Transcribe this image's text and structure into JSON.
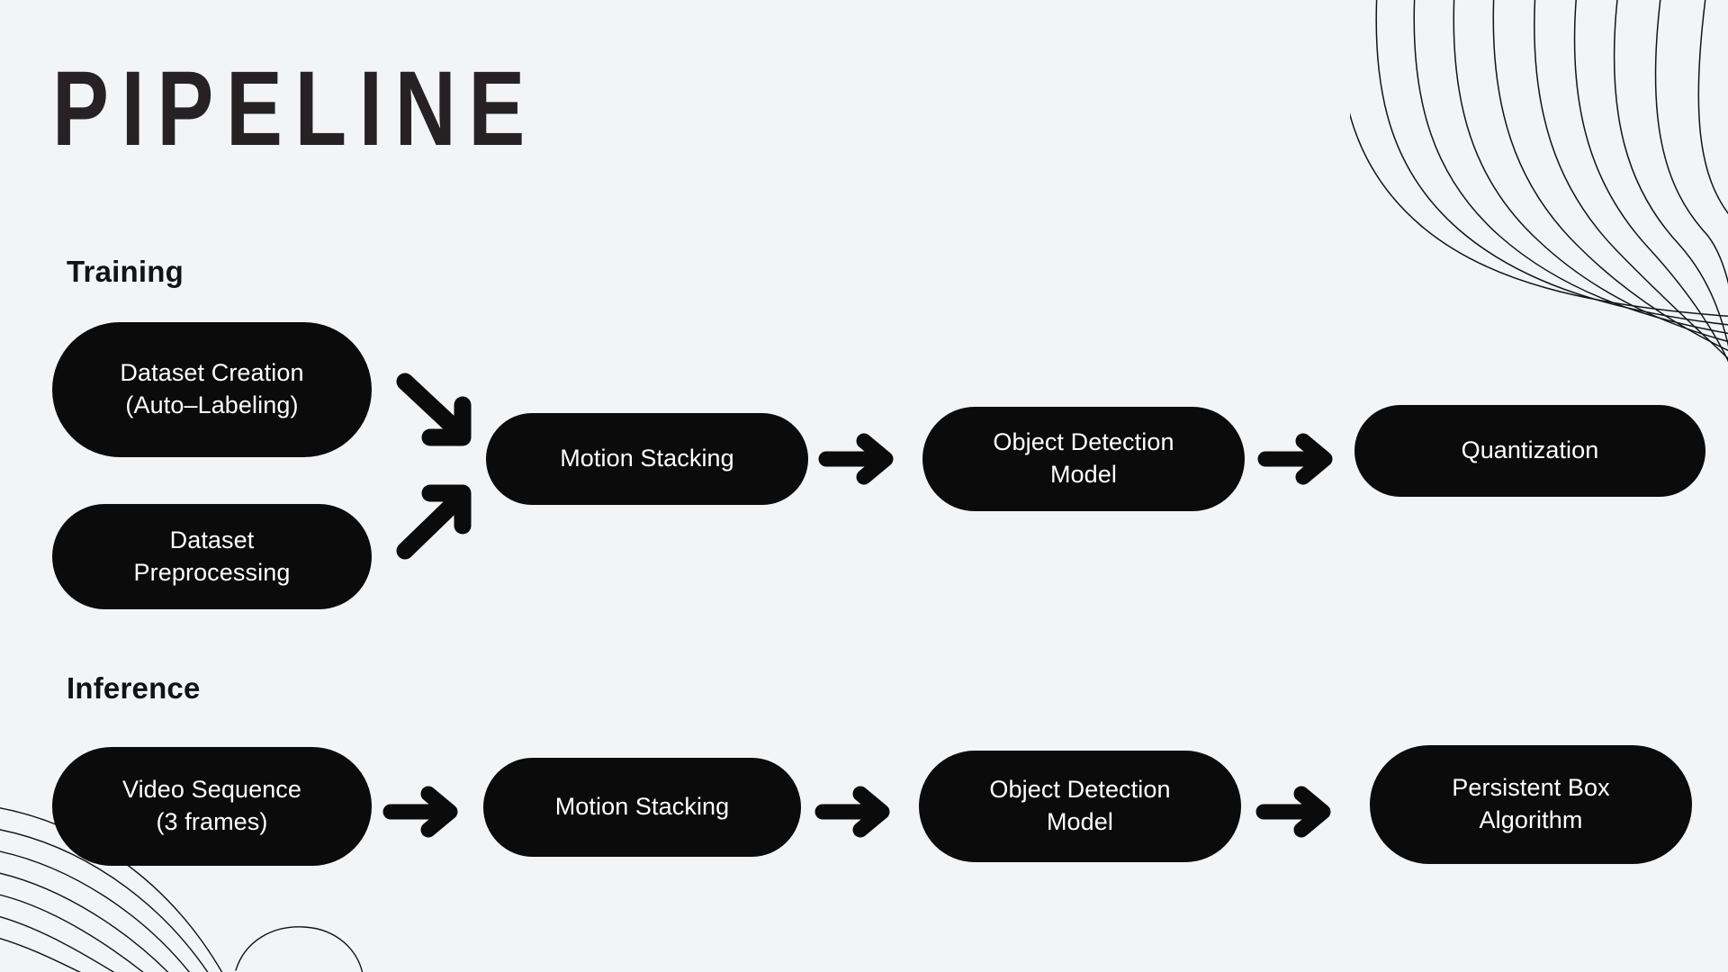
{
  "page": {
    "title": "PIPELINE",
    "background_color": "#f2f4f6",
    "pill_color": "#0b0b0b",
    "pill_text_color": "#ffffff",
    "title_color": "#262223",
    "accent_color": "#0b0b0b"
  },
  "sections": [
    {
      "id": "training",
      "label": "Training",
      "nodes": [
        {
          "id": "dataset-creation",
          "lines": [
            "Dataset Creation",
            "(Auto–Labeling)"
          ]
        },
        {
          "id": "dataset-preprocessing",
          "lines": [
            "Dataset",
            "Preprocessing"
          ]
        },
        {
          "id": "motion-stacking",
          "lines": [
            "Motion Stacking"
          ]
        },
        {
          "id": "object-detection-model",
          "lines": [
            "Object Detection",
            "Model"
          ]
        },
        {
          "id": "quantization",
          "lines": [
            "Quantization"
          ]
        }
      ],
      "connectors": [
        {
          "id": "arrow-creation-to-stacking",
          "kind": "diagonal-down"
        },
        {
          "id": "arrow-preprocessing-to-stacking",
          "kind": "diagonal-up"
        },
        {
          "id": "arrow-stacking-to-detection",
          "kind": "straight"
        },
        {
          "id": "arrow-detection-to-quantization",
          "kind": "straight"
        }
      ]
    },
    {
      "id": "inference",
      "label": "Inference",
      "nodes": [
        {
          "id": "video-sequence",
          "lines": [
            "Video Sequence",
            "(3 frames)"
          ]
        },
        {
          "id": "motion-stacking",
          "lines": [
            "Motion Stacking"
          ]
        },
        {
          "id": "object-detection-model",
          "lines": [
            "Object Detection",
            "Model"
          ]
        },
        {
          "id": "persistent-box-algorithm",
          "lines": [
            "Persistent Box",
            "Algorithm"
          ]
        }
      ],
      "connectors": [
        {
          "id": "arrow-video-to-stacking",
          "kind": "straight"
        },
        {
          "id": "arrow-stacking-to-detection",
          "kind": "straight"
        },
        {
          "id": "arrow-detection-to-persistent",
          "kind": "straight"
        }
      ]
    }
  ],
  "decorations": [
    {
      "id": "wave-lines-top-right",
      "name": "flowing-wave-lines",
      "stroke": "#111111"
    },
    {
      "id": "arc-lines-bottom-left",
      "name": "concentric-arc-lines",
      "stroke": "#111111"
    }
  ]
}
